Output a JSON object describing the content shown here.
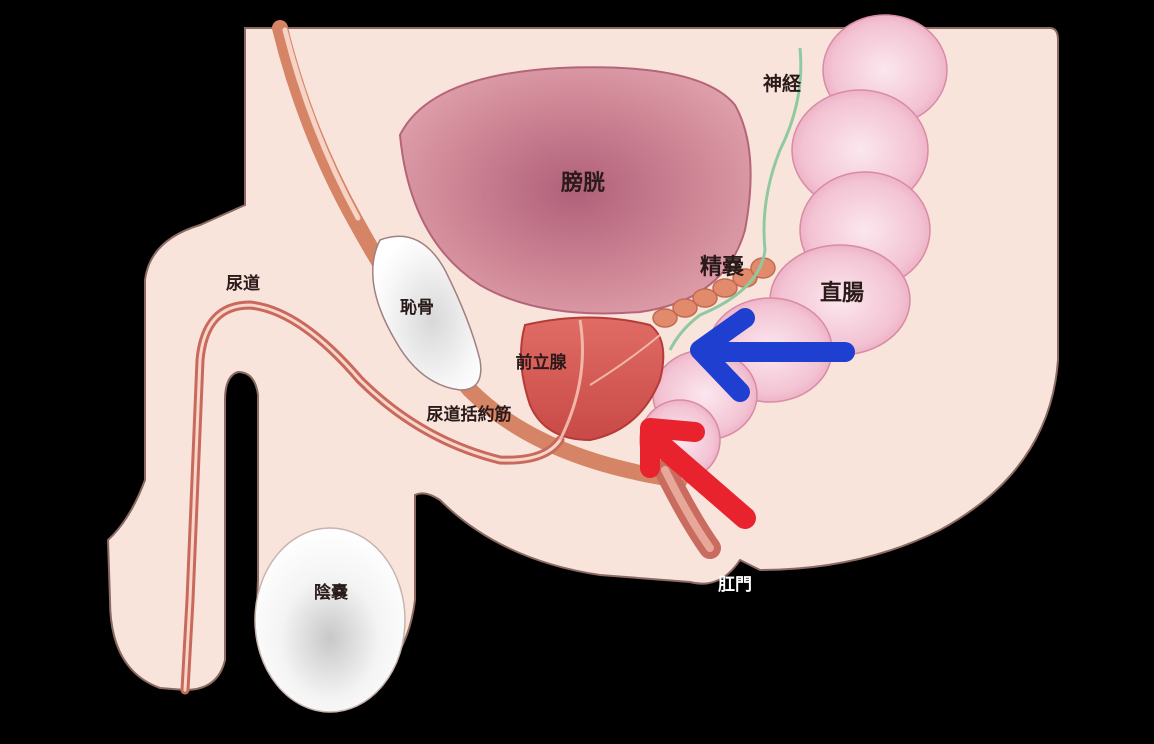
{
  "labels": {
    "bladder": "膀胱",
    "nerve": "神経",
    "seminal_vesicle": "精嚢",
    "rectum": "直腸",
    "pubic_bone": "恥骨",
    "urethra": "尿道",
    "prostate": "前立腺",
    "urethral_sphincter": "尿道括約筋",
    "scrotum": "陰嚢",
    "anus": "肛門"
  },
  "colors": {
    "background": "#000000",
    "skin": "#f9e4dc",
    "bladder": "#d98a97",
    "prostate": "#d9534f",
    "rectum": "#f4c6d6",
    "nerve": "#8fc9a0",
    "blue_arrow": "#1f3fd0",
    "red_arrow": "#e8232d"
  }
}
